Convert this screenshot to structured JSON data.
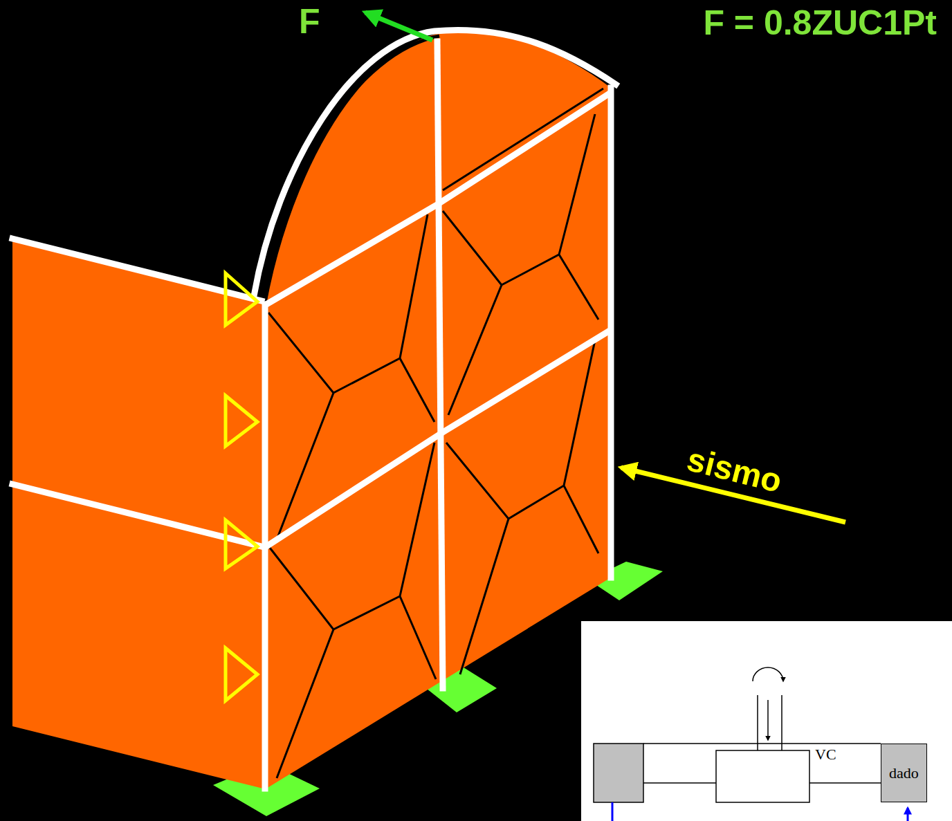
{
  "diagram": {
    "nodes": [
      {
        "text": [
          "dado"
        ]
      }
    ],
    "labels": [
      "F",
      "F = 0.8ZUC1Pt",
      "sismo",
      "VC"
    ]
  }
}
